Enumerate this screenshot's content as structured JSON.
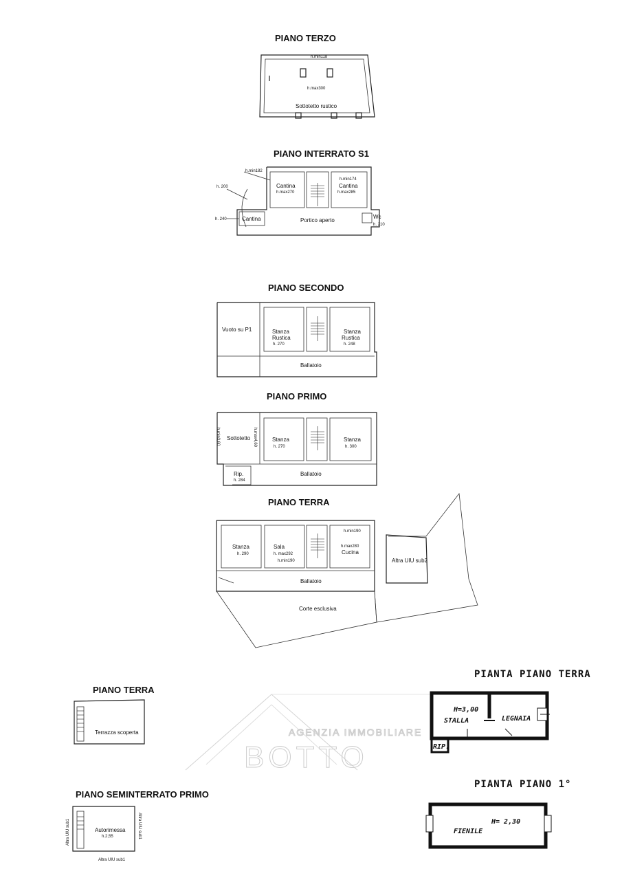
{
  "plans": {
    "terzo": {
      "title": "PIANO TERZO",
      "h_min": "h.min118",
      "h_max": "h.max300",
      "room": "Sottotetto rustico"
    },
    "interrato": {
      "title": "PIANO INTERRATO S1",
      "h_min1": "h.min182",
      "h_min2": "h.min174",
      "cantina1": "Cantina",
      "cantina1_h": "h.max270",
      "cantina2": "Cantina",
      "cantina2_h": "h.max285",
      "cantina3": "Cantina",
      "h200": "h. 200",
      "h240": "h. 240",
      "portico": "Portico aperto",
      "wc": "Wc",
      "h210": "h. 210"
    },
    "secondo": {
      "title": "PIANO SECONDO",
      "vuoto": "Vuoto su P1",
      "stanza1_a": "Stanza",
      "stanza1_b": "Rustica",
      "stanza1_h": "h. 270",
      "stanza2_a": "Stanza",
      "stanza2_b": "Rustica",
      "stanza2_h": "h. 248",
      "ballatoio": "Ballatoio"
    },
    "primo": {
      "title": "PIANO PRIMO",
      "sottotetto": "Sottotetto",
      "hmin": "h.min3,60",
      "hmax": "h.max4,60",
      "stanza1": "Stanza",
      "stanza1_h": "h. 270",
      "stanza2": "Stanza",
      "stanza2_h": "h. 300",
      "rip": "Rip.",
      "rip_h": "h. 284",
      "ballatoio": "Ballatoio"
    },
    "terra": {
      "title": "PIANO TERRA",
      "stanza": "Stanza",
      "stanza_h": "h. 290",
      "sala": "Sala",
      "sala_h": "h. max292",
      "sala_hmin": "h.min190",
      "hmin190": "h.min190",
      "cucina": "Cucina",
      "cucina_h": "h.max280",
      "altra": "Altra UIU sub2",
      "ballatoio": "Ballatoio",
      "corte": "Corte esclusiva"
    },
    "terra_small": {
      "title": "PIANO TERRA",
      "room": "Terrazza scoperta"
    },
    "seminterrato": {
      "title": "PIANO SEMINTERRATO PRIMO",
      "room": "Autorimessa",
      "h": "h.2,55",
      "side_left": "Altra UIU sub1",
      "side_right": "Altra UIU sub1",
      "bottom": "Altra UIU sub1"
    },
    "pianta_terra": {
      "title": "PIANTA PIANO TERRA",
      "h": "H=3,00",
      "stalla": "STALLA",
      "legnaia": "LEGNAIA",
      "rip": "RIP."
    },
    "pianta_primo": {
      "title": "PIANTA PIANO 1°",
      "fienile": "FIENILE",
      "h": "H= 2,30"
    }
  },
  "watermark": {
    "line1": "AGENZIA IMMOBILIARE",
    "line2": "BOTTO"
  }
}
